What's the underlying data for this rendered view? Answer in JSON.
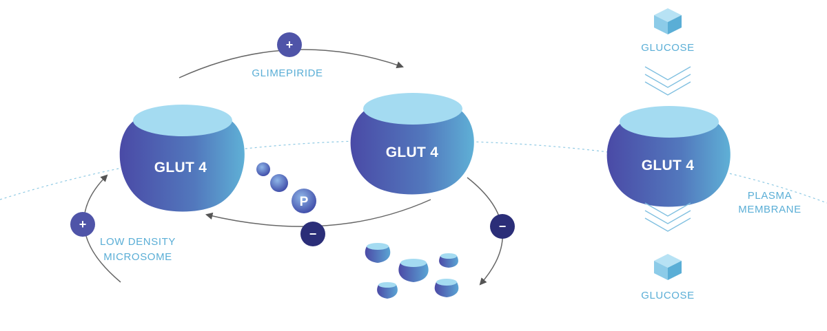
{
  "transporters": [
    {
      "label": "GLUT 4"
    },
    {
      "label": "GLUT 4"
    },
    {
      "label": "GLUT 4"
    }
  ],
  "labels": {
    "glimepiride": "GLIMEPIRIDE",
    "low_density_line1": "LOW DENSITY",
    "low_density_line2": "MICROSOME",
    "plasma_line1": "PLASMA",
    "plasma_line2": "MEMBRANE",
    "glucose_top": "GLUCOSE",
    "glucose_bottom": "GLUCOSE"
  },
  "symbols": {
    "plus": "+",
    "minus": "−",
    "phosphate": "P"
  },
  "colors": {
    "glut_dark": "#4a4fa8",
    "glut_light": "#5fa8d2",
    "glut_top": "#9fd8f0",
    "navy": "#2b2e78",
    "purple": "#4f54a8",
    "label_blue": "#5aaed6",
    "arrow_gray": "#555555"
  }
}
